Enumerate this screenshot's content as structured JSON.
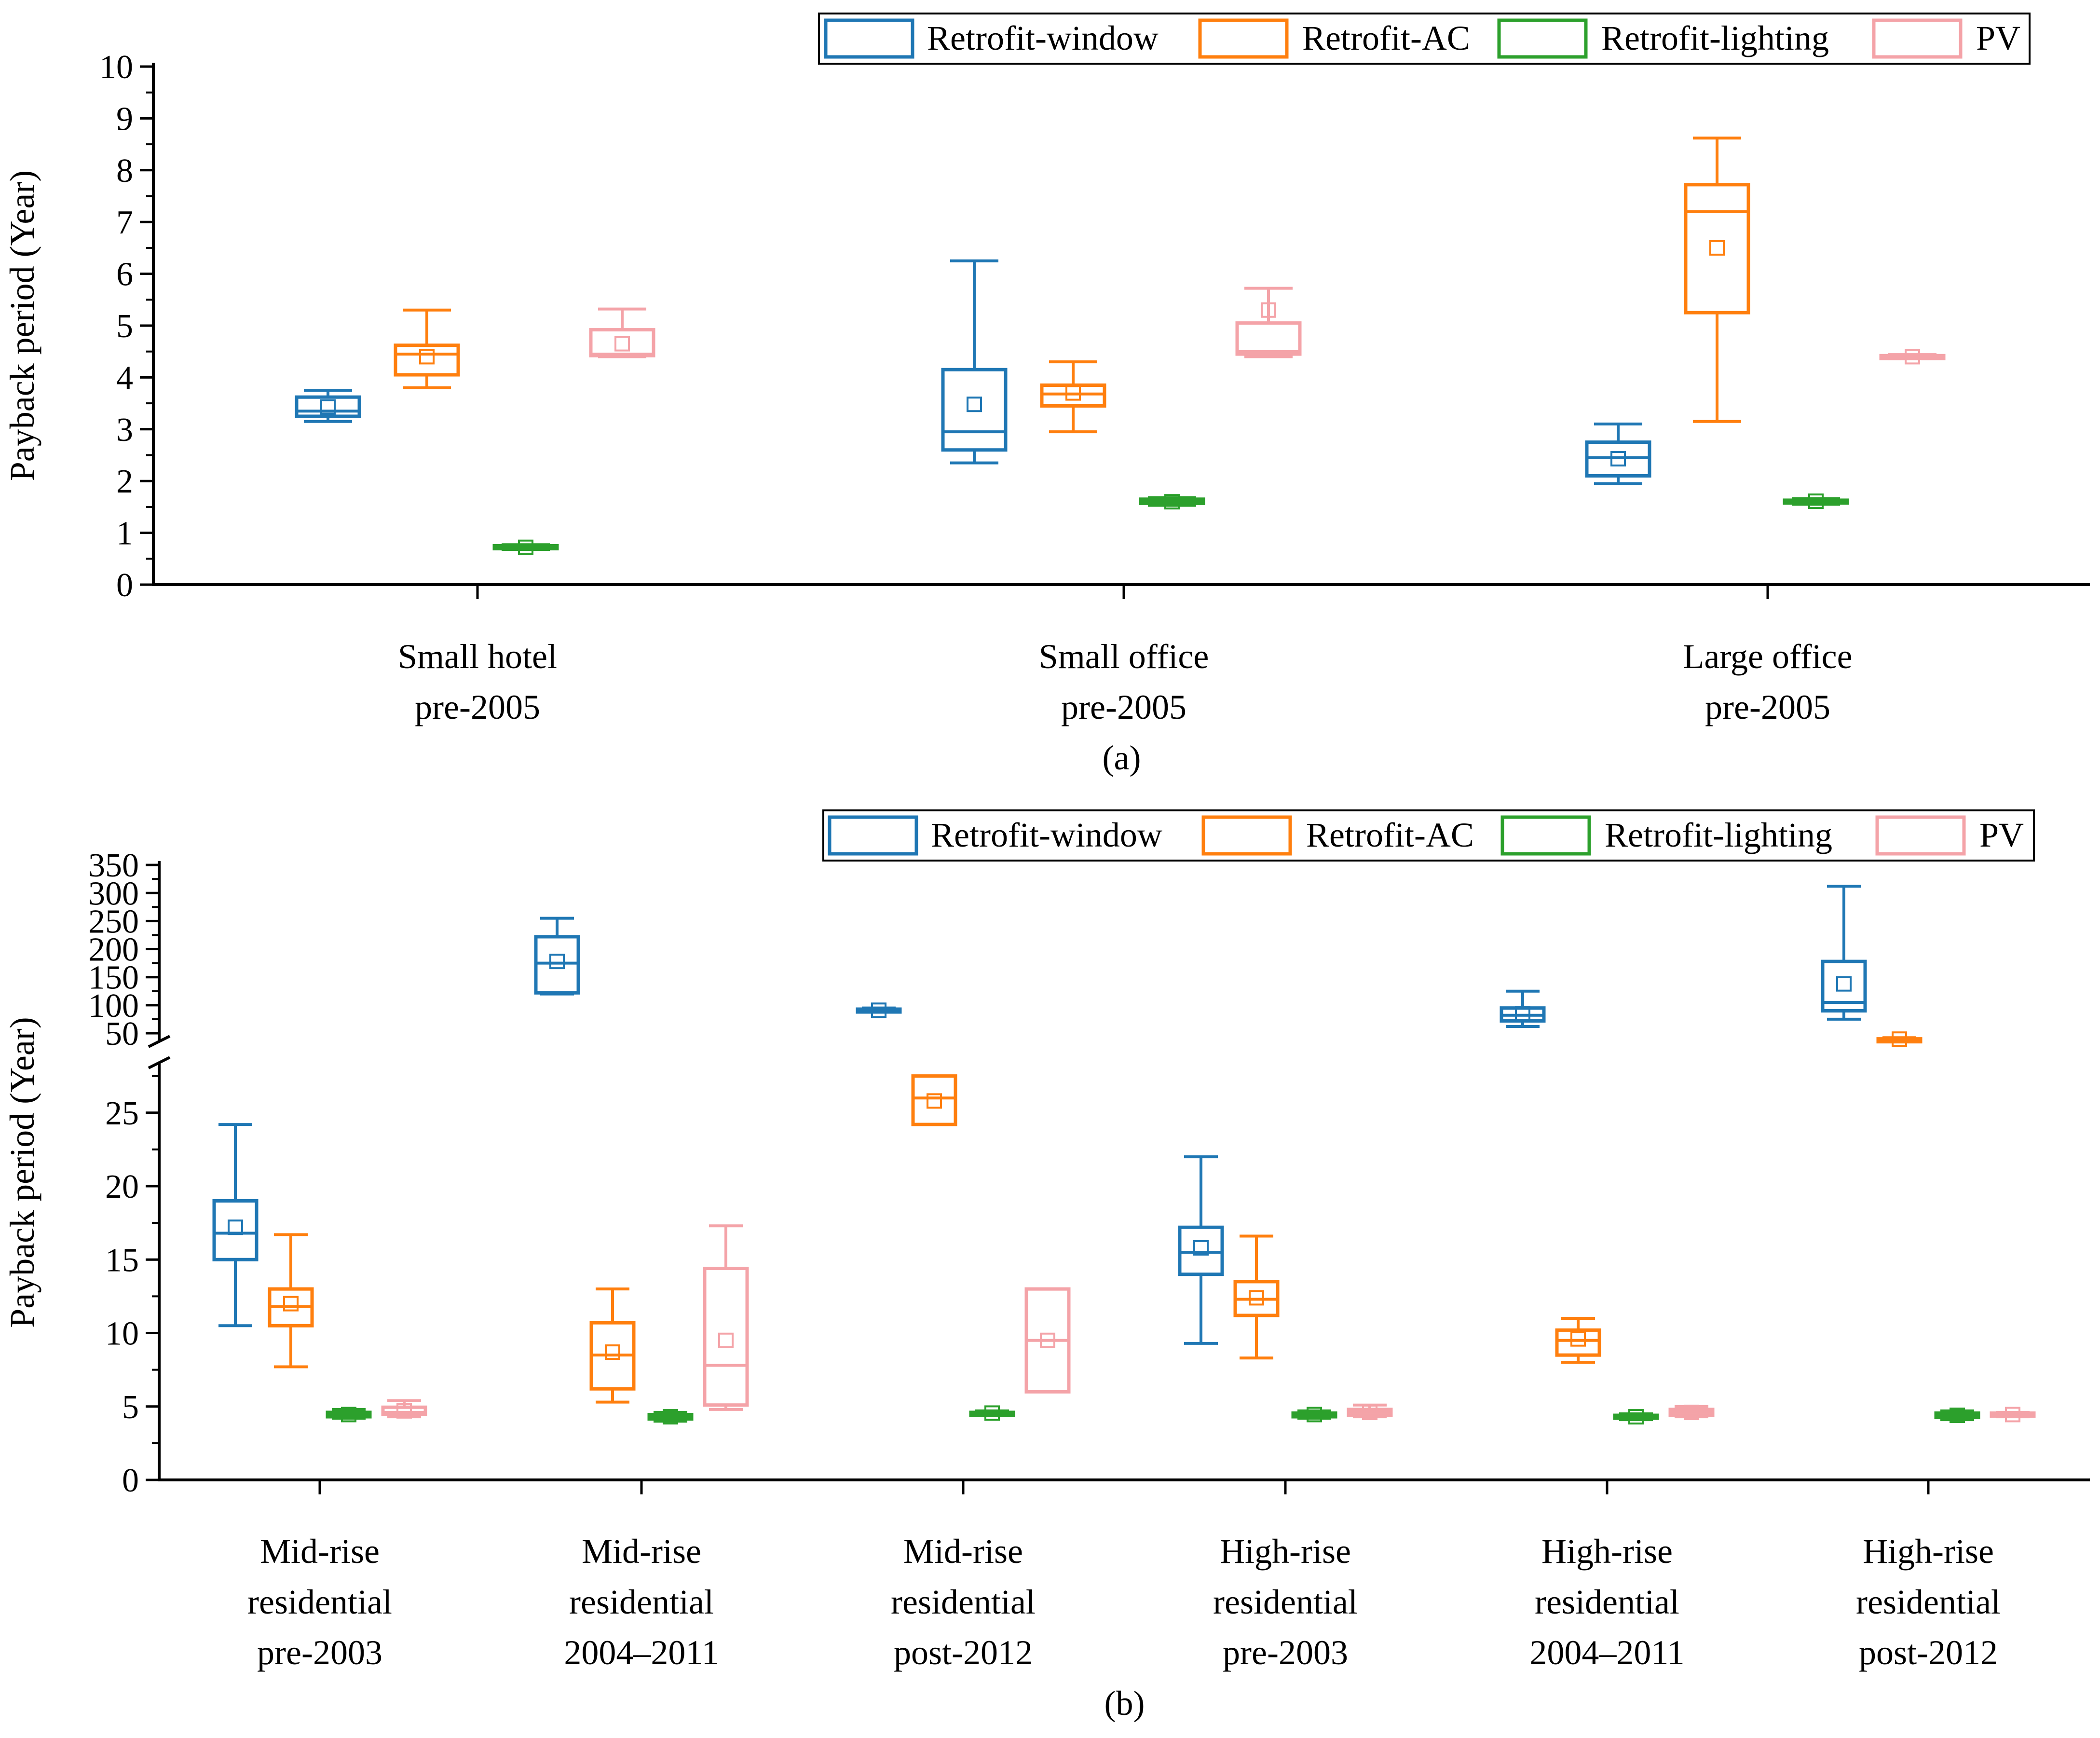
{
  "series_names": [
    "Retrofit-window",
    "Retrofit-AC",
    "Retrofit-lighting",
    "PV"
  ],
  "colors": {
    "Retrofit-window": "#1f77b4",
    "Retrofit-AC": "#ff7f0e",
    "Retrofit-lighting": "#2ca02c",
    "PV": "#f4a3a8"
  },
  "chart_data": [
    {
      "panel": "(a)",
      "type": "box",
      "ylabel": "Payback period (Year)",
      "ylim": [
        0,
        10
      ],
      "yticks": [
        "0",
        "1",
        "2",
        "3",
        "4",
        "5",
        "6",
        "7",
        "8",
        "9",
        "10"
      ],
      "legend": "top-right",
      "categories": [
        "Small hotel\npre-2005",
        "Small office\npre-2005",
        "Large office\npre-2005"
      ],
      "series": [
        {
          "name": "Retrofit-window",
          "boxes": [
            {
              "min": 3.15,
              "q1": 3.25,
              "median": 3.35,
              "q3": 3.62,
              "max": 3.75,
              "mean": 3.43
            },
            {
              "min": 2.35,
              "q1": 2.6,
              "median": 2.95,
              "q3": 4.15,
              "max": 6.25,
              "mean": 3.48
            },
            {
              "min": 1.95,
              "q1": 2.1,
              "median": 2.45,
              "q3": 2.75,
              "max": 3.1,
              "mean": 2.43
            }
          ]
        },
        {
          "name": "Retrofit-AC",
          "boxes": [
            {
              "min": 3.8,
              "q1": 4.05,
              "median": 4.45,
              "q3": 4.62,
              "max": 5.3,
              "mean": 4.4
            },
            {
              "min": 2.95,
              "q1": 3.45,
              "median": 3.68,
              "q3": 3.85,
              "max": 4.3,
              "mean": 3.7
            },
            {
              "min": 3.15,
              "q1": 5.25,
              "median": 7.2,
              "q3": 7.72,
              "max": 8.62,
              "mean": 6.5
            }
          ]
        },
        {
          "name": "Retrofit-lighting",
          "boxes": [
            {
              "min": 0.68,
              "q1": 0.7,
              "median": 0.72,
              "q3": 0.75,
              "max": 0.77,
              "mean": 0.72
            },
            {
              "min": 1.53,
              "q1": 1.57,
              "median": 1.6,
              "q3": 1.65,
              "max": 1.68,
              "mean": 1.6
            },
            {
              "min": 1.55,
              "q1": 1.58,
              "median": 1.6,
              "q3": 1.63,
              "max": 1.66,
              "mean": 1.61
            }
          ]
        },
        {
          "name": "PV",
          "boxes": [
            {
              "min": 4.4,
              "q1": 4.42,
              "median": 4.45,
              "q3": 4.92,
              "max": 5.32,
              "mean": 4.65
            },
            {
              "min": 4.4,
              "q1": 4.45,
              "median": 4.5,
              "q3": 5.05,
              "max": 5.72,
              "mean": 5.3
            },
            {
              "min": 4.36,
              "q1": 4.38,
              "median": 4.4,
              "q3": 4.42,
              "max": 4.44,
              "mean": 4.4
            }
          ]
        }
      ]
    },
    {
      "panel": "(b)",
      "type": "box",
      "ylabel": "Payback period (Year)",
      "ylim": [
        0,
        350
      ],
      "axis_break": [
        29,
        50
      ],
      "yticks": [
        "0",
        "5",
        "10",
        "15",
        "20",
        "25",
        "50",
        "100",
        "150",
        "200",
        "250",
        "300",
        "350"
      ],
      "legend": "top-right",
      "categories": [
        "Mid-rise\nresidential\npre-2003",
        "Mid-rise\nresidential\n2004–2011",
        "Mid-rise\nresidential\npost-2012",
        "High-rise\nresidential\npre-2003",
        "High-rise\nresidential\n2004–2011",
        "High-rise\nresidential\npost-2012"
      ],
      "series": [
        {
          "name": "Retrofit-window",
          "boxes": [
            {
              "min": 10.5,
              "q1": 15,
              "median": 16.8,
              "q3": 19,
              "max": 24.2,
              "mean": 17.2
            },
            {
              "min": 120,
              "q1": 122,
              "median": 175,
              "q3": 222,
              "max": 255,
              "mean": 178
            },
            {
              "min": 88,
              "q1": 89,
              "median": 91,
              "q3": 93,
              "max": 95,
              "mean": 91
            },
            {
              "min": 9.3,
              "q1": 14,
              "median": 15.5,
              "q3": 17.2,
              "max": 22,
              "mean": 15.8
            },
            {
              "min": 62,
              "q1": 72,
              "median": 82,
              "q3": 95,
              "max": 125,
              "mean": 85
            },
            {
              "min": 75,
              "q1": 90,
              "median": 105,
              "q3": 178,
              "max": 312,
              "mean": 138
            }
          ]
        },
        {
          "name": "Retrofit-AC",
          "boxes": [
            {
              "min": 7.7,
              "q1": 10.5,
              "median": 11.8,
              "q3": 13,
              "max": 16.7,
              "mean": 12
            },
            {
              "min": 5.3,
              "q1": 6.2,
              "median": 8.5,
              "q3": 10.7,
              "max": 13,
              "mean": 8.7
            },
            {
              "min": 24.2,
              "q1": 24.2,
              "median": 26,
              "q3": 27.5,
              "max": 27.5,
              "mean": 25.8
            },
            {
              "min": 8.3,
              "q1": 11.2,
              "median": 12.3,
              "q3": 13.5,
              "max": 16.6,
              "mean": 12.4
            },
            {
              "min": 8,
              "q1": 8.5,
              "median": 9.5,
              "q3": 10.2,
              "max": 11,
              "mean": 9.6
            },
            {
              "min": 38,
              "q1": 38.5,
              "median": 39,
              "q3": 40,
              "max": 42,
              "mean": 39.5
            }
          ]
        },
        {
          "name": "Retrofit-lighting",
          "boxes": [
            {
              "min": 4.2,
              "q1": 4.3,
              "median": 4.45,
              "q3": 4.6,
              "max": 4.8,
              "mean": 4.45
            },
            {
              "min": 4,
              "q1": 4.15,
              "median": 4.3,
              "q3": 4.45,
              "max": 4.6,
              "mean": 4.3
            },
            {
              "min": 4.4,
              "q1": 4.45,
              "median": 4.55,
              "q3": 4.6,
              "max": 4.7,
              "mean": 4.55
            },
            {
              "min": 4.2,
              "q1": 4.3,
              "median": 4.45,
              "q3": 4.55,
              "max": 4.7,
              "mean": 4.45
            },
            {
              "min": 4.1,
              "q1": 4.2,
              "median": 4.3,
              "q3": 4.4,
              "max": 4.5,
              "mean": 4.3
            },
            {
              "min": 4.1,
              "q1": 4.25,
              "median": 4.4,
              "q3": 4.55,
              "max": 4.7,
              "mean": 4.4
            }
          ]
        },
        {
          "name": "PV",
          "boxes": [
            {
              "min": 4.3,
              "q1": 4.45,
              "median": 4.6,
              "q3": 4.95,
              "max": 5.4,
              "mean": 4.7
            },
            {
              "min": 4.8,
              "q1": 5.1,
              "median": 7.8,
              "q3": 14.4,
              "max": 17.3,
              "mean": 9.5
            },
            {
              "min": 6,
              "q1": 6,
              "median": 9.5,
              "q3": 13,
              "max": 13,
              "mean": 9.5
            },
            {
              "min": 4.3,
              "q1": 4.4,
              "median": 4.6,
              "q3": 4.8,
              "max": 5.1,
              "mean": 4.6
            },
            {
              "min": 4.3,
              "q1": 4.4,
              "median": 4.6,
              "q3": 4.8,
              "max": 5,
              "mean": 4.6
            },
            {
              "min": 4.3,
              "q1": 4.35,
              "median": 4.45,
              "q3": 4.55,
              "max": 4.6,
              "mean": 4.45
            }
          ]
        }
      ]
    }
  ]
}
